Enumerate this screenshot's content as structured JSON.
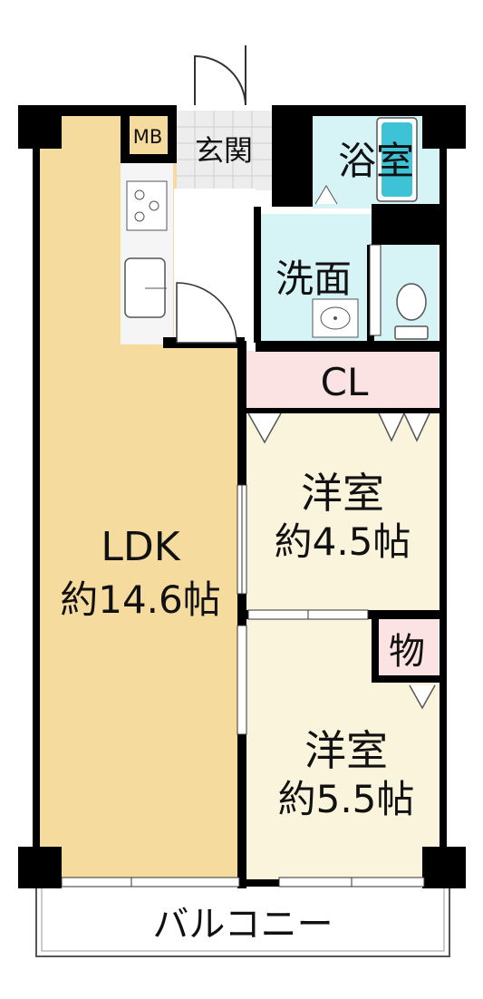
{
  "floorplan": {
    "rooms": {
      "ldk": {
        "name": "LDK",
        "size": "約14.6帖",
        "color": "#F5DC9E"
      },
      "western1": {
        "name": "洋室",
        "size": "約4.5帖",
        "color": "#FAF4DC"
      },
      "western2": {
        "name": "洋室",
        "size": "約5.5帖",
        "color": "#FAF4DC"
      },
      "entrance": {
        "name": "玄関",
        "color": "#EDEDED"
      },
      "bath": {
        "name": "浴室",
        "color": "#D6F3F6"
      },
      "washroom": {
        "name": "洗面",
        "color": "#D6F3F6"
      },
      "closet": {
        "name": "CL",
        "color": "#FBE3E3"
      },
      "storage": {
        "name": "物",
        "color": "#FBE3E3"
      },
      "meterbox": {
        "name": "MB"
      },
      "balcony": {
        "name": "バルコニー"
      }
    },
    "fixtures": [
      "stove-icon",
      "sink-icon",
      "bathtub-icon",
      "washbasin-icon",
      "toilet-icon",
      "door-swing-icon"
    ]
  }
}
